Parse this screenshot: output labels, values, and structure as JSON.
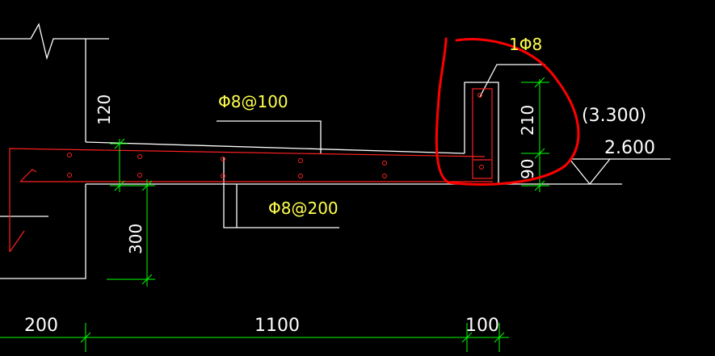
{
  "colors": {
    "background": "#000000",
    "white_lines": "#ffffff",
    "red_lines": "#ff2020",
    "annotation_red": "#ff0000",
    "green_dims": "#00ff00",
    "yellow_text": "#ffff4d"
  },
  "labels": {
    "rebar_top": "Φ8@100",
    "rebar_bottom": "Φ8@200",
    "rebar_corner": "1Φ8",
    "dim_120": "120",
    "dim_300": "300",
    "dim_210": "210",
    "dim_90": "90",
    "dim_200": "200",
    "dim_1100": "1100",
    "dim_100": "100",
    "elev_3300": "(3.300)",
    "elev_2600": "2.600"
  }
}
